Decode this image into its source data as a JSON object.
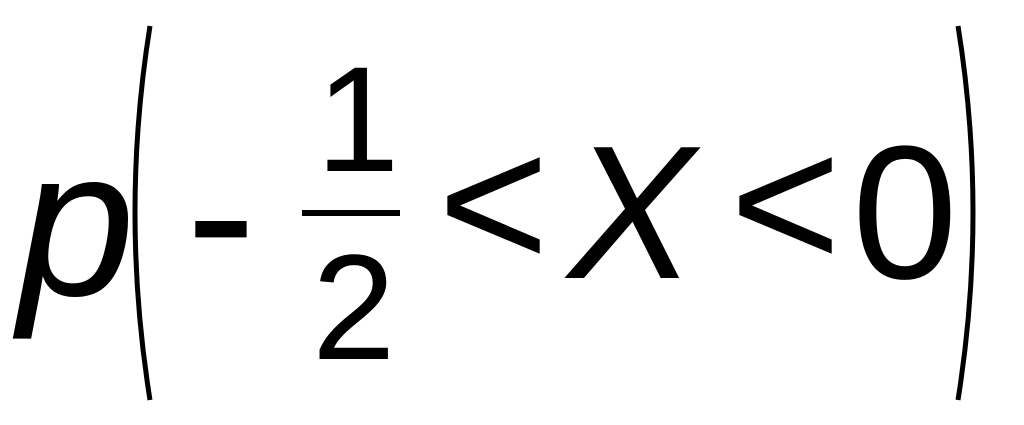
{
  "formula": {
    "function_name": "p",
    "open_paren": "(",
    "minus_sign": "-",
    "numerator": "1",
    "denominator": "2",
    "less_than_1": "<",
    "variable": "X",
    "less_than_2": "<",
    "upper_bound": "0",
    "close_paren": ")"
  }
}
